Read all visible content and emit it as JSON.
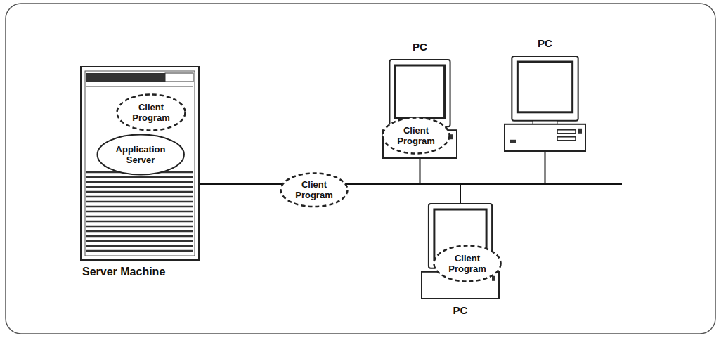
{
  "diagram": {
    "nodes": [
      {
        "text": [
          "Server Machine"
        ]
      },
      {
        "text": [
          "Client Program"
        ],
        "in": 0
      },
      {
        "text": [
          "Application Server"
        ],
        "in": 0
      },
      {
        "text": [
          "PC"
        ]
      },
      {
        "text": [
          "Client Program"
        ],
        "in": 3
      },
      {
        "text": [
          "PC"
        ]
      },
      {
        "text": [
          "Client Program"
        ]
      },
      {
        "text": [
          "PC"
        ]
      },
      {
        "text": [
          "Client Program"
        ],
        "in": 7
      }
    ],
    "edges": [
      {
        "from": 0,
        "to": 3,
        "arrow": "none"
      },
      {
        "from": 0,
        "to": 5,
        "arrow": "none"
      },
      {
        "from": 0,
        "to": 7,
        "arrow": "none"
      }
    ]
  }
}
